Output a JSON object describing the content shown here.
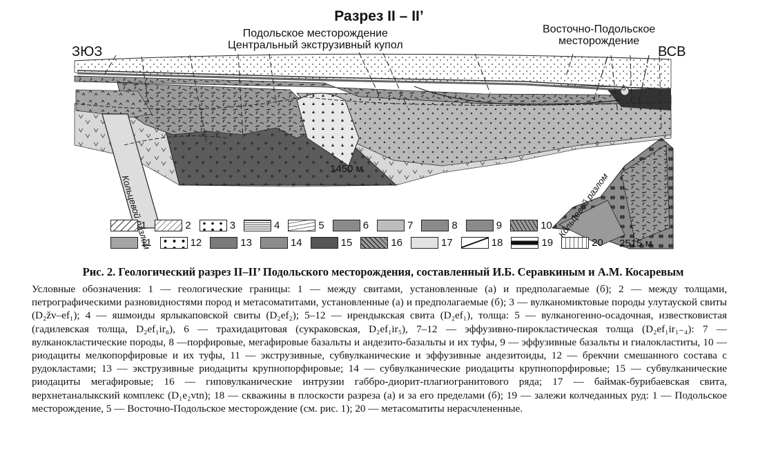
{
  "figure": {
    "title": "Разрез II – II’",
    "deposit_central_line1": "Подольское месторождение",
    "deposit_central_line2": "Центральный экструзивный купол",
    "deposit_east_line1": "Восточно-Подольское",
    "deposit_east_line2": "месторождение",
    "dir_west": "ЗЮЗ",
    "dir_east": "ВСВ",
    "fault_left": "Кольцевой разлом",
    "fault_right": "Кольцевой разлом",
    "depth_1": "1450 м",
    "depth_2": "2515 м",
    "deposit_marker": "5"
  },
  "legend": {
    "row1": [
      {
        "num": "1",
        "pattern": "boundary"
      },
      {
        "num": "2",
        "pattern": "boundary2"
      },
      {
        "num": "3",
        "pattern": "dots-large"
      },
      {
        "num": "4",
        "pattern": "lines"
      },
      {
        "num": "5",
        "pattern": "waves"
      },
      {
        "num": "6",
        "pattern": "grey-ticks"
      },
      {
        "num": "7",
        "pattern": "circles"
      },
      {
        "num": "8",
        "pattern": "L-marks"
      },
      {
        "num": "9",
        "pattern": "r-marks"
      },
      {
        "num": "10",
        "pattern": "dashes"
      }
    ],
    "row2": [
      {
        "num": "11",
        "pattern": "carets"
      },
      {
        "num": "12",
        "pattern": "triangles"
      },
      {
        "num": "13",
        "pattern": "dark-dashes"
      },
      {
        "num": "14",
        "pattern": "hash-light"
      },
      {
        "num": "15",
        "pattern": "hash-dark"
      },
      {
        "num": "16",
        "pattern": "crosses"
      },
      {
        "num": "17",
        "pattern": "vees"
      },
      {
        "num": "18",
        "pattern": "wells"
      },
      {
        "num": "19",
        "pattern": "ore"
      },
      {
        "num": "20",
        "pattern": "quotes"
      }
    ]
  },
  "caption": "Рис. 2. Геологический разрез II–II’ Подольского месторождения, составленный И.Б. Серавкиным и А.М. Косаревым",
  "body": "Условные обозначения: 1 — геологические границы: 1 — между свитами, установленные (а) и предполагаемые (б); 2 — между толщами, петрографическими разновидностями пород и метасоматитами, установленные (а) и предполагаемые (б); 3 — вулканомиктовые породы улутауской свиты (D₂žv–ef₁); 4 — яшмоиды ярлыкаповской свиты (D₂ef₂); 5–12 — ирендыкская свита (D₂ef₁), толща: 5 — вулканогенно-осадочная, известковистая (гадилевская толща, D₂ef₁ir₆), 6 — трахидацитовая (сукраковская, D₂ef₁ir₅), 7–12 — эффузивно-пирокластическая толща (D₂ef₁ir₁₋₄): 7 — вулканокластические породы, 8 —порфировые, мегафировые базальты и андезито-базальты и их туфы, 9 — эффузивные базальты и гиалокластиты, 10 — риодациты мелкопорфировые и их туфы, 11 — экструзивные, субвулканические и эффузивные андезитоиды, 12 — брекчии смешанного состава с рудокластами; 13 — экструзивные риодациты крупнопорфировые; 14 — субвулканические риодациты крупнопорфировые; 15 — субвулканические риодациты мегафировые; 16 — гиповулканические интрузии габбро-диорит-плагиогранитового ряда; 17 — баймак-бурибаевская свита, верхнетаналыкский комплекс (D₁e₂vtn); 18 — скважины в плоскости разреза (а) и за его пределами (б); 19 — залежи колчеданных руд: 1 — Подольское месторождение, 5 — Восточно-Подольское месторождение (см. рис. 1); 20 — метасоматиты нерасчлененные."
}
